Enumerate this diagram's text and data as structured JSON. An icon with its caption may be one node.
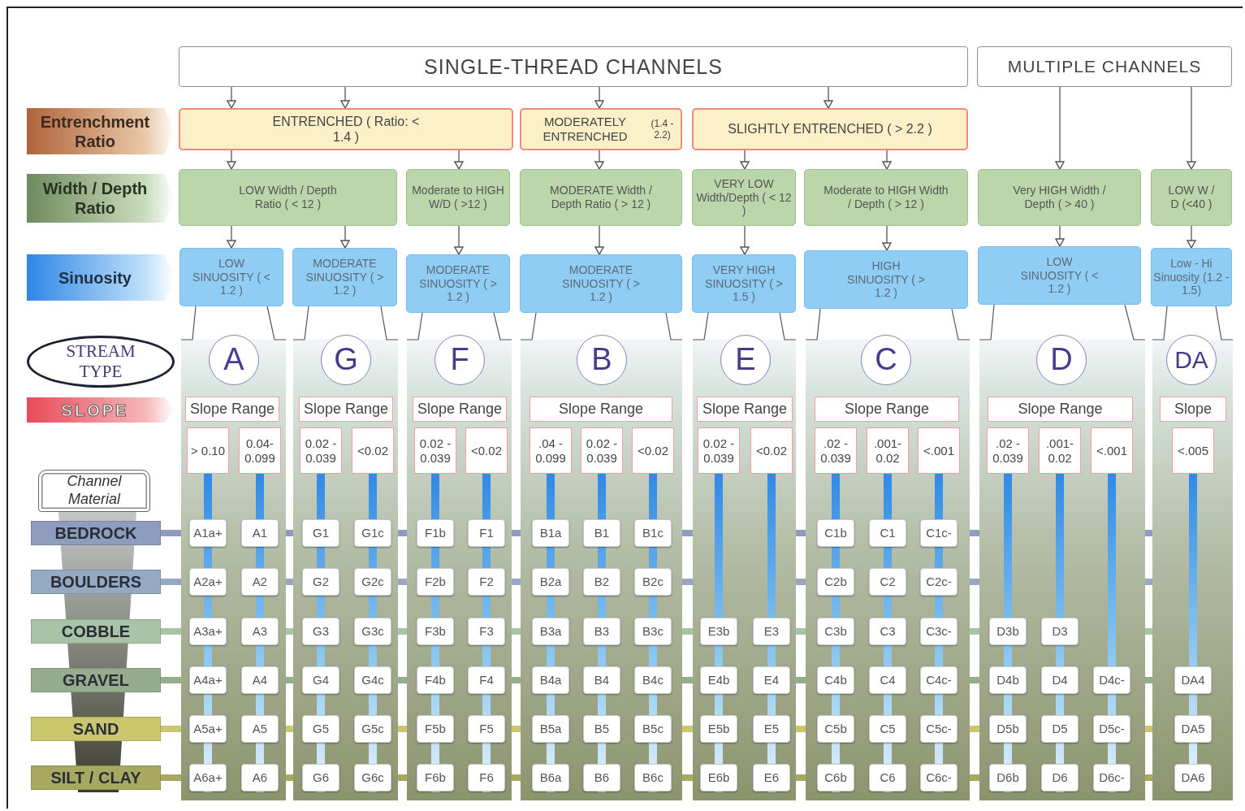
{
  "diagram": {
    "nodes": [
      {
        "text": [
          "SINGLE-THREAD CHANNELS"
        ]
      },
      {
        "text": [
          "MULTIPLE CHANNELS"
        ]
      },
      {
        "text": [
          "Entrenchment Ratio"
        ]
      },
      {
        "text": [
          "ENTRENCHED ( Ratio: < 1.4 )"
        ]
      },
      {
        "text": [
          "MODERATELY ENTRENCHED",
          "(1.4 - 2.2)"
        ]
      },
      {
        "text": [
          "SLIGHTLY ENTRENCHED ( > 2.2 )"
        ]
      },
      {
        "text": [
          "Width / Depth Ratio"
        ]
      },
      {
        "text": [
          "LOW Width / Depth Ratio ( < 12 )"
        ]
      },
      {
        "text": [
          "Moderate to HIGH W/D ( >12 )"
        ]
      },
      {
        "text": [
          "MODERATE Width / Depth Ratio ( > 12 )"
        ]
      },
      {
        "text": [
          "VERY LOW Width/Depth ( < 12 )"
        ]
      },
      {
        "text": [
          "Moderate to HIGH Width / Depth ( > 12 )"
        ]
      },
      {
        "text": [
          "Very HIGH Width / Depth ( > 40 )"
        ]
      },
      {
        "text": [
          "LOW W / D (<40 )"
        ]
      },
      {
        "text": [
          "Sinuosity"
        ]
      },
      {
        "text": [
          "LOW SINUOSITY ( < 1.2 )"
        ]
      },
      {
        "text": [
          "MODERATE SINUOSITY ( > 1.2 )"
        ]
      },
      {
        "text": [
          "MODERATE SINUOSITY ( > 1.2 )"
        ]
      },
      {
        "text": [
          "MODERATE SINUOSITY ( > 1.2 )"
        ]
      },
      {
        "text": [
          "VERY HIGH SINUOSITY ( > 1.5 )"
        ]
      },
      {
        "text": [
          "HIGH SINUOSITY ( > 1.2 )"
        ]
      },
      {
        "text": [
          "LOW SINUOSITY ( < 1.2 )"
        ]
      },
      {
        "text": [
          "Low - Hi Sinuosity (1.2 - 1.5)"
        ]
      },
      {
        "text": [
          "STREAM TYPE"
        ]
      },
      {
        "text": [
          "A"
        ]
      },
      {
        "text": [
          "G"
        ]
      },
      {
        "text": [
          "F"
        ]
      },
      {
        "text": [
          "B"
        ]
      },
      {
        "text": [
          "E"
        ]
      },
      {
        "text": [
          "C"
        ]
      },
      {
        "text": [
          "D"
        ]
      },
      {
        "text": [
          "DA"
        ]
      },
      {
        "text": [
          "SLOPE"
        ]
      },
      {
        "text": [
          "Slope Range"
        ]
      },
      {
        "text": [
          "Slope Range"
        ]
      },
      {
        "text": [
          "Slope Range"
        ]
      },
      {
        "text": [
          "Slope Range"
        ]
      },
      {
        "text": [
          "Slope Range"
        ]
      },
      {
        "text": [
          "Slope Range"
        ]
      },
      {
        "text": [
          "Slope Range"
        ]
      },
      {
        "text": [
          "Slope"
        ]
      },
      {
        "text": [
          "> 0.10"
        ]
      },
      {
        "text": [
          "0.04- 0.099"
        ]
      },
      {
        "text": [
          "0.02 - 0.039"
        ]
      },
      {
        "text": [
          "<0.02"
        ]
      },
      {
        "text": [
          "0.02 - 0.039"
        ]
      },
      {
        "text": [
          "<0.02"
        ]
      },
      {
        "text": [
          ".04 - 0.099"
        ]
      },
      {
        "text": [
          "0.02 - 0.039"
        ]
      },
      {
        "text": [
          "<0.02"
        ]
      },
      {
        "text": [
          "0.02 - 0.039"
        ]
      },
      {
        "text": [
          "<0.02"
        ]
      },
      {
        "text": [
          ".02 - 0.039"
        ]
      },
      {
        "text": [
          ".001- 0.02"
        ]
      },
      {
        "text": [
          "<.001"
        ]
      },
      {
        "text": [
          ".02 - 0.039"
        ]
      },
      {
        "text": [
          ".001- 0.02"
        ]
      },
      {
        "text": [
          "<.001"
        ]
      },
      {
        "text": [
          "<.005"
        ]
      },
      {
        "text": [
          "Channel Material"
        ]
      },
      {
        "text": [
          "BEDROCK"
        ]
      },
      {
        "text": [
          "A1a+"
        ]
      },
      {
        "text": [
          "A1"
        ]
      },
      {
        "text": [
          "G1"
        ]
      },
      {
        "text": [
          "G1c"
        ]
      },
      {
        "text": [
          "F1b"
        ]
      },
      {
        "text": [
          "F1"
        ]
      },
      {
        "text": [
          "B1a"
        ]
      },
      {
        "text": [
          "B1"
        ]
      },
      {
        "text": [
          "B1c"
        ]
      },
      {
        "text": [
          "C1b"
        ]
      },
      {
        "text": [
          "C1"
        ]
      },
      {
        "text": [
          "C1c-"
        ]
      },
      {
        "text": [
          "BOULDERS"
        ]
      },
      {
        "text": [
          "A2a+"
        ]
      },
      {
        "text": [
          "A2"
        ]
      },
      {
        "text": [
          "G2"
        ]
      },
      {
        "text": [
          "G2c"
        ]
      },
      {
        "text": [
          "F2b"
        ]
      },
      {
        "text": [
          "F2"
        ]
      },
      {
        "text": [
          "B2a"
        ]
      },
      {
        "text": [
          "B2"
        ]
      },
      {
        "text": [
          "B2c"
        ]
      },
      {
        "text": [
          "C2b"
        ]
      },
      {
        "text": [
          "C2"
        ]
      },
      {
        "text": [
          "C2c-"
        ]
      },
      {
        "text": [
          "COBBLE"
        ]
      },
      {
        "text": [
          "A3a+"
        ]
      },
      {
        "text": [
          "A3"
        ]
      },
      {
        "text": [
          "G3"
        ]
      },
      {
        "text": [
          "G3c"
        ]
      },
      {
        "text": [
          "F3b"
        ]
      },
      {
        "text": [
          "F3"
        ]
      },
      {
        "text": [
          "B3a"
        ]
      },
      {
        "text": [
          "B3"
        ]
      },
      {
        "text": [
          "B3c"
        ]
      },
      {
        "text": [
          "E3b"
        ]
      },
      {
        "text": [
          "E3"
        ]
      },
      {
        "text": [
          "C3b"
        ]
      },
      {
        "text": [
          "C3"
        ]
      },
      {
        "text": [
          "C3c-"
        ]
      },
      {
        "text": [
          "D3b"
        ]
      },
      {
        "text": [
          "D3"
        ]
      },
      {
        "text": [
          "GRAVEL"
        ]
      },
      {
        "text": [
          "A4a+"
        ]
      },
      {
        "text": [
          "A4"
        ]
      },
      {
        "text": [
          "G4"
        ]
      },
      {
        "text": [
          "G4c"
        ]
      },
      {
        "text": [
          "F4b"
        ]
      },
      {
        "text": [
          "F4"
        ]
      },
      {
        "text": [
          "B4a"
        ]
      },
      {
        "text": [
          "B4"
        ]
      },
      {
        "text": [
          "B4c"
        ]
      },
      {
        "text": [
          "E4b"
        ]
      },
      {
        "text": [
          "E4"
        ]
      },
      {
        "text": [
          "C4b"
        ]
      },
      {
        "text": [
          "C4"
        ]
      },
      {
        "text": [
          "C4c-"
        ]
      },
      {
        "text": [
          "D4b"
        ]
      },
      {
        "text": [
          "D4"
        ]
      },
      {
        "text": [
          "D4c-"
        ]
      },
      {
        "text": [
          "DA4"
        ]
      },
      {
        "text": [
          "SAND"
        ]
      },
      {
        "text": [
          "A5a+"
        ]
      },
      {
        "text": [
          "A5"
        ]
      },
      {
        "text": [
          "G5"
        ]
      },
      {
        "text": [
          "G5c"
        ]
      },
      {
        "text": [
          "F5b"
        ]
      },
      {
        "text": [
          "F5"
        ]
      },
      {
        "text": [
          "B5a"
        ]
      },
      {
        "text": [
          "B5"
        ]
      },
      {
        "text": [
          "B5c"
        ]
      },
      {
        "text": [
          "E5b"
        ]
      },
      {
        "text": [
          "E5"
        ]
      },
      {
        "text": [
          "C5b"
        ]
      },
      {
        "text": [
          "C5"
        ]
      },
      {
        "text": [
          "C5c-"
        ]
      },
      {
        "text": [
          "D5b"
        ]
      },
      {
        "text": [
          "D5"
        ]
      },
      {
        "text": [
          "D5c-"
        ]
      },
      {
        "text": [
          "DA5"
        ]
      },
      {
        "text": [
          "SILT / CLAY"
        ]
      },
      {
        "text": [
          "A6a+"
        ]
      },
      {
        "text": [
          "A6"
        ]
      },
      {
        "text": [
          "G6"
        ]
      },
      {
        "text": [
          "G6c"
        ]
      },
      {
        "text": [
          "F6b"
        ]
      },
      {
        "text": [
          "F6"
        ]
      },
      {
        "text": [
          "B6a"
        ]
      },
      {
        "text": [
          "B6"
        ]
      },
      {
        "text": [
          "B6c"
        ]
      },
      {
        "text": [
          "E6b"
        ]
      },
      {
        "text": [
          "E6"
        ]
      },
      {
        "text": [
          "C6b"
        ]
      },
      {
        "text": [
          "C6"
        ]
      },
      {
        "text": [
          "C6c-"
        ]
      },
      {
        "text": [
          "D6b"
        ]
      },
      {
        "text": [
          "D6"
        ]
      },
      {
        "text": [
          "D6c-"
        ]
      },
      {
        "text": [
          "DA6"
        ]
      },
      {
        "text": [],
        "shape": "funnel"
      }
    ],
    "edges": [
      {
        "from": 0,
        "to": 3,
        "arrow": "to"
      },
      {
        "from": 0,
        "to": 3,
        "arrow": "to"
      },
      {
        "from": 0,
        "to": 4,
        "arrow": "to"
      },
      {
        "from": 0,
        "to": 5,
        "arrow": "to"
      },
      {
        "from": 1,
        "to": 12,
        "arrow": "to"
      },
      {
        "from": 1,
        "to": 13,
        "arrow": "to"
      },
      {
        "from": 3,
        "to": 7,
        "arrow": "to"
      },
      {
        "from": 3,
        "to": 8,
        "arrow": "to"
      },
      {
        "from": 4,
        "to": 9,
        "arrow": "to"
      },
      {
        "from": 5,
        "to": 10,
        "arrow": "to"
      },
      {
        "from": 5,
        "to": 11,
        "arrow": "to"
      },
      {
        "from": 7,
        "to": 15,
        "arrow": "to"
      },
      {
        "from": 7,
        "to": 16,
        "arrow": "to"
      },
      {
        "from": 8,
        "to": 17,
        "arrow": "to"
      },
      {
        "from": 9,
        "to": 18,
        "arrow": "to"
      },
      {
        "from": 10,
        "to": 19,
        "arrow": "to"
      },
      {
        "from": 11,
        "to": 20,
        "arrow": "to"
      },
      {
        "from": 12,
        "to": 21,
        "arrow": "to"
      },
      {
        "from": 13,
        "to": 22,
        "arrow": "to"
      }
    ]
  }
}
